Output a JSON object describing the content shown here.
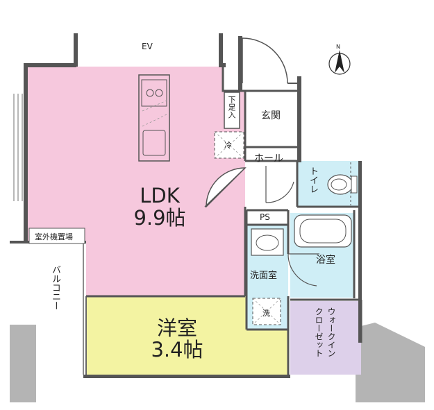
{
  "floorplan": {
    "elevator": "EV",
    "rooms": {
      "ldk": {
        "name": "LDK",
        "size": "9.9帖"
      },
      "western": {
        "name": "洋室",
        "size": "3.4帖"
      },
      "entrance": "玄関",
      "shoe_box": "下足入",
      "hall": "ホール",
      "toilet": "トイレ",
      "pipe_space": "PS",
      "bath": "浴室",
      "washroom": "洗面室",
      "walk_in_closet_line1": "ウォークイン",
      "walk_in_closet_line2": "クローゼット",
      "outdoor_unit": "室外機置場",
      "balcony": "バルコニー"
    },
    "appliances": {
      "fridge": "冷",
      "washer": "洗"
    },
    "compass": "N"
  },
  "colors": {
    "ldk": "#f6c8dd",
    "western": "#f3f3a2",
    "wet_area": "#cfeef6",
    "closet": "#ddd0ea",
    "wall": "#b4b4b4",
    "outline": "#444444"
  }
}
